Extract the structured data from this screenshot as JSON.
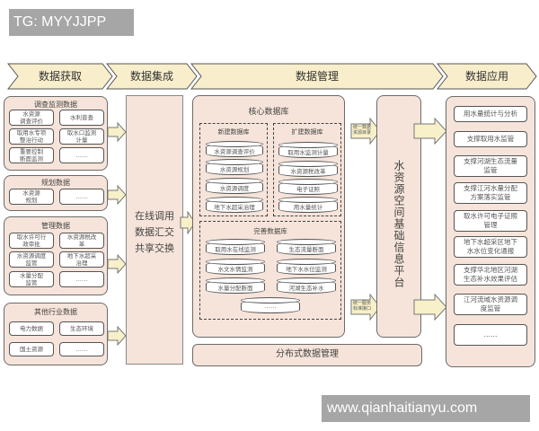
{
  "watermarks": {
    "top": "TG: MYYJJPP",
    "bottom": "www.qianhaitianyu.com"
  },
  "stages": [
    "数据获取",
    "数据集成",
    "数据管理",
    "数据应用"
  ],
  "acquisition": {
    "groups": [
      {
        "title": "调查监测数据",
        "items": [
          "水资源\n调查评价",
          "水利普查",
          "取用水专项\n整治行动",
          "取水口监测\n计量",
          "重要控制\n断面监测",
          "……"
        ]
      },
      {
        "title": "规划数据",
        "items": [
          "水资源\n规划",
          "……"
        ]
      },
      {
        "title": "管理数据",
        "items": [
          "取水许可行\n政审批",
          "水资源税改\n革",
          "水资源调度\n监管",
          "地下水超采\n治理",
          "水量分配\n监管",
          "……"
        ]
      },
      {
        "title": "其他行业数据",
        "items": [
          "电力数据",
          "生态环境",
          "国土资源",
          "……"
        ]
      }
    ]
  },
  "integration": {
    "lines": [
      "在线调用",
      "数据汇交",
      "共享交换"
    ]
  },
  "management": {
    "core_title": "核心数据库",
    "new_db": {
      "title": "新建数据库",
      "items": [
        "水资源调查评价",
        "水资源规划",
        "水资源调度",
        "地下水超采治理"
      ]
    },
    "ext_db": {
      "title": "扩建数据库",
      "items": [
        "取用水监测计量",
        "水资源税改革",
        "电子证照",
        "用水量统计"
      ]
    },
    "improve_db": {
      "title": "完善数据库",
      "items": [
        "取用水在线监测",
        "生态流量断面",
        "水文水情监测",
        "地下水水位监测",
        "水量分配断面",
        "河湖生态补水",
        "……"
      ]
    },
    "distributed": "分布式数据管理",
    "tag_top": "统一数据\n资源目录",
    "tag_bottom": "统一服务\n标准接口"
  },
  "platform": {
    "title": "水资源空间基础信息平台"
  },
  "applications": {
    "items": [
      "用水量统计与分析",
      "支撑取用水监管",
      "支撑河湖生态流量\n监管",
      "支撑江河水量分配\n方案落实监管",
      "取水许可电子证照\n管理",
      "地下水超采区地下\n水水位变化通报",
      "支撑华北地区河湖\n生态补水效果评估",
      "江河流域水资源调\n度监管",
      "……"
    ]
  },
  "colors": {
    "stage_fill": "#f8eecb",
    "panel_fill": "#f6e4da",
    "arrow_fill": "#f7f0c8",
    "border": "#6b6b6b"
  }
}
